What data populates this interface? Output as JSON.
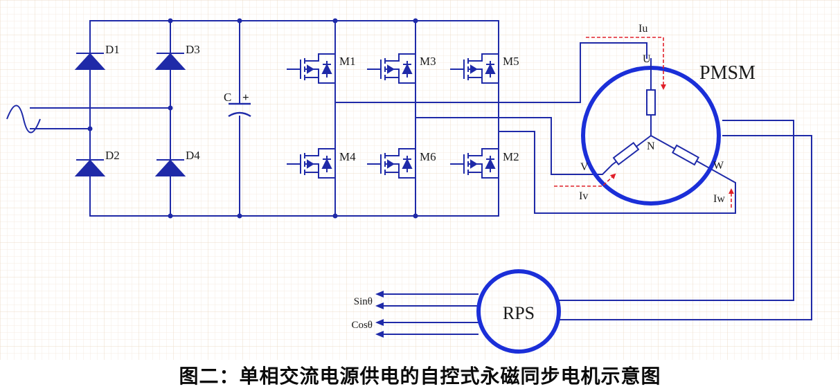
{
  "diagram": {
    "ac_source_icon": "sine-wave-icon",
    "colors": {
      "wire": "#1f2aa8",
      "motor_circle": "#1b2fd8",
      "current_arrow": "#e0202a",
      "grid": "#f0e3d3",
      "text": "#1a1a1a"
    },
    "diodes": [
      "D1",
      "D3",
      "D2",
      "D4"
    ],
    "capacitor": {
      "label": "C",
      "polarity": "+"
    },
    "mosfets": [
      "M1",
      "M3",
      "M5",
      "M4",
      "M6",
      "M2"
    ],
    "motor": {
      "label": "PMSM",
      "neutral": "N",
      "phases": {
        "u": "U",
        "v": "V",
        "w": "W"
      },
      "currents": {
        "iu": "Iu",
        "iv": "Iv",
        "iw": "Iw"
      }
    },
    "sensor": {
      "label": "RPS",
      "outputs": {
        "sin": "Sinθ",
        "cos": "Cosθ"
      }
    }
  },
  "caption": "图二：单相交流电源供电的自控式永磁同步电机示意图"
}
